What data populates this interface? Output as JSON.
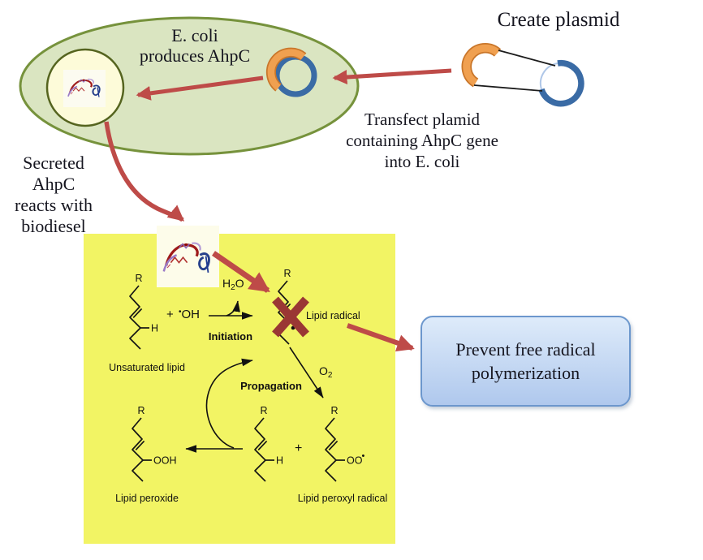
{
  "colors": {
    "cell_fill": "#DAE5C1",
    "cell_border": "#76923C",
    "nucleoid_fill": "#FDFBD9",
    "nucleoid_border": "#55641F",
    "plasmid_blue": "#3A6BA5",
    "plasmid_orange": "#EA9143",
    "arrow_red": "#BE4B48",
    "cross_red": "#9A3734",
    "biodiesel_bg": "#F2F464",
    "prevent_fill_top": "#DEEBFA",
    "prevent_fill_bottom": "#AFC8ED",
    "prevent_border": "#6C97CD"
  },
  "labels": {
    "create_plasmid": "Create plasmid",
    "ecoli_line1": "E. coli",
    "ecoli_line2": "produces AhpC",
    "transfect_line1": "Transfect plamid",
    "transfect_line2": "containing AhpC gene",
    "transfect_line3": "into E. coli",
    "secreted_line1": "Secreted",
    "secreted_line2": "AhpC",
    "secreted_line3": "reacts with",
    "secreted_line4": "biodiesel",
    "prevent_line1": "Prevent free radical",
    "prevent_line2": "polymerization"
  },
  "chemistry": {
    "unsaturated_lipid": "Unsaturated lipid",
    "initiation": "Initiation",
    "propagation": "Propagation",
    "lipid_radical": "Lipid radical",
    "lipid_peroxide": "Lipid peroxide",
    "lipid_peroxyl_radical": "Lipid peroxyl radical",
    "plus": "+",
    "hydroxyl_dot": "•",
    "hydroxyl": "OH",
    "water_main": "H",
    "water_sub": "2",
    "water_tail": "O",
    "oxygen_main": "O",
    "oxygen_sub": "2",
    "r_group": "R",
    "h_atom": "H",
    "ooh_group": "OOH",
    "oo_group": "OO",
    "radical_dot": "•"
  }
}
